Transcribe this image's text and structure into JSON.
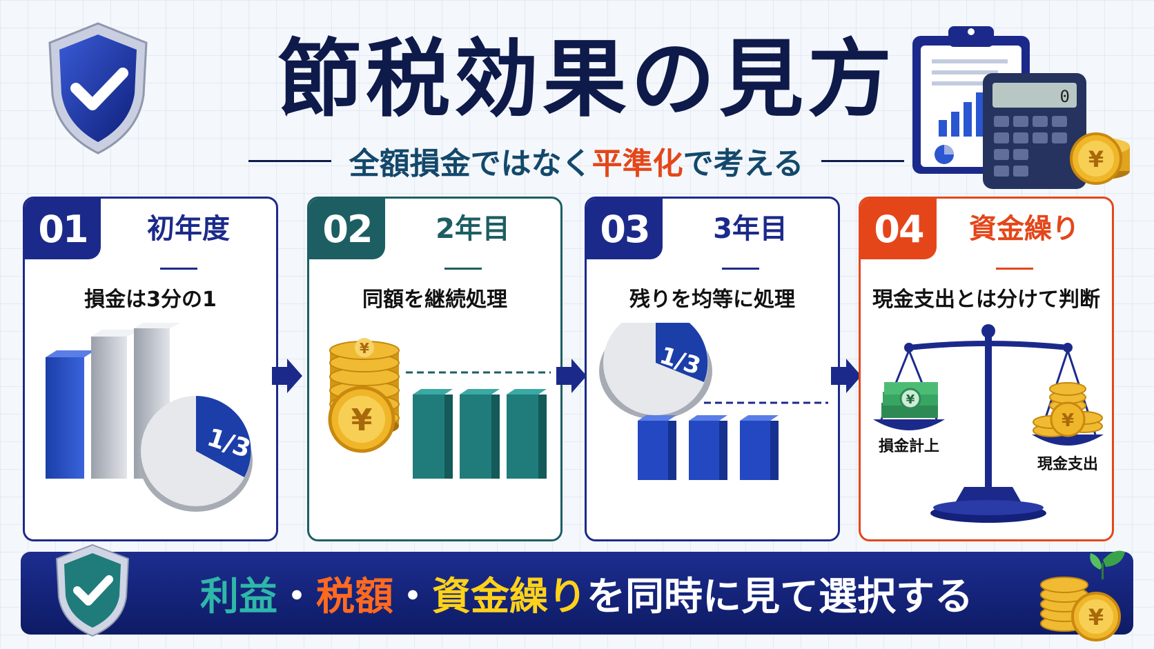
{
  "title": "節税効果の見方",
  "subtitle": {
    "part1": "全額損金ではなく",
    "part2": "平準化",
    "part3": "で考える"
  },
  "colors": {
    "navy": "#0e1a4a",
    "blue": "#1b2a8a",
    "teal": "#1d5e63",
    "orange": "#e4461a"
  },
  "steps": [
    {
      "number": "01",
      "title": "初年度",
      "description": "損金は3分の1",
      "fraction": "1/3",
      "color": "#1b2a8a"
    },
    {
      "number": "02",
      "title": "2年目",
      "description": "同額を継続処理",
      "color": "#1d5e63"
    },
    {
      "number": "03",
      "title": "3年目",
      "description": "残りを均等に処理",
      "fraction": "1/3",
      "color": "#1b2a8a"
    },
    {
      "number": "04",
      "title": "資金繰り",
      "description": "現金支出とは分けて判断",
      "color": "#e4461a",
      "scale_left_label": "損金計上",
      "scale_right_label": "現金支出"
    }
  ],
  "banner": {
    "part1": "利益",
    "sep1": "・",
    "part2": "税額",
    "sep2": "・",
    "part3": "資金繰り",
    "part4": "を同時に見て選択する"
  },
  "icons": {
    "top_left": "shield-check-icon",
    "top_right": "clipboard-calculator-icon",
    "bottom_left": "shield-check-icon",
    "bottom_right": "coins-sprout-icon",
    "coin_symbol": "¥",
    "calculator_display": "0"
  }
}
